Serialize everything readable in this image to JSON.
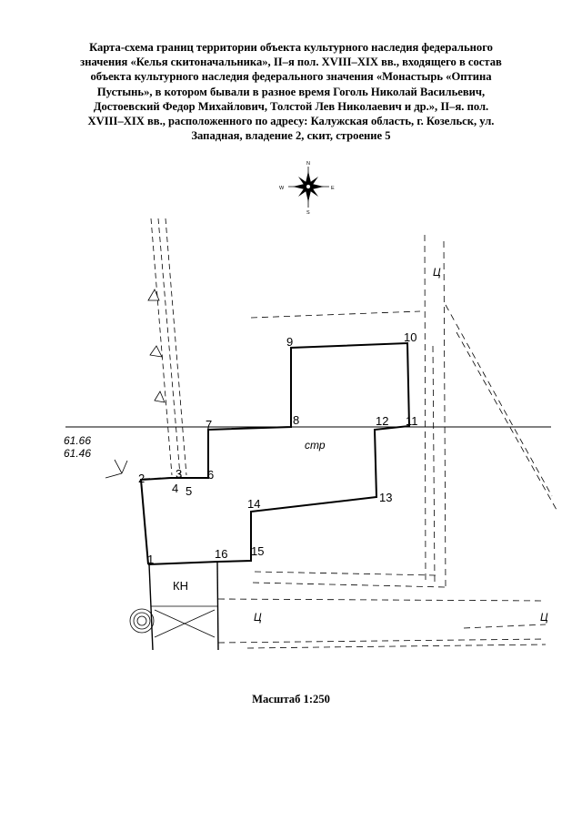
{
  "title_lines": [
    "Карта-схема границ территории объекта культурного наследия  федерального",
    "значения «Келья скитоначальника», II–я пол. XVIII–XIX вв., входящего в состав",
    "объекта культурного наследия федерального значения «Монастырь «Оптина",
    "Пустынь», в котором бывали в разное время Гоголь Николай Васильевич,",
    "Достоевский Федор Михайлович, Толстой Лев Николаевич и др.», II–я. пол.",
    "XVIII–XIX вв., расположенного по адресу: Калужская область, г. Козельск, ул.",
    "Западная, владение 2, скит, строение 5"
  ],
  "compass": {
    "n": "N",
    "s": "S",
    "e": "E",
    "w": "W"
  },
  "elevation_top": "61.66",
  "elevation_bottom": "61.46",
  "points": [
    "1",
    "2",
    "3",
    "4",
    "5",
    "6",
    "7",
    "8",
    "9",
    "10",
    "11",
    "12",
    "13",
    "14",
    "15",
    "16"
  ],
  "building_label": "стр",
  "kn_label": "КН",
  "road_marks": [
    "Ц",
    "Ц",
    "Ц"
  ],
  "scale": "Масштаб 1:250"
}
